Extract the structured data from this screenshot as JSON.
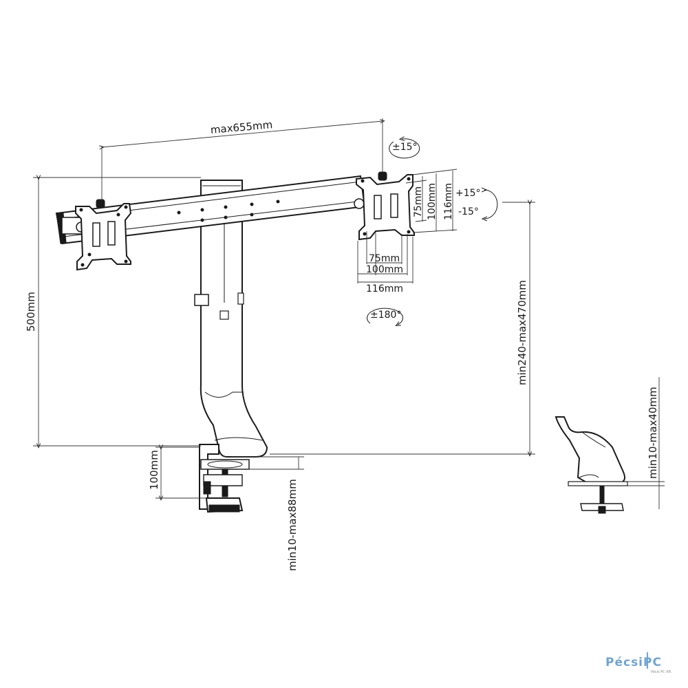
{
  "dimensions": {
    "arm_span": "max655mm",
    "height_total": "500mm",
    "pole_adjust": "min240-max470mm",
    "clamp_height": "100mm",
    "clamp_thickness": "min10-max88mm",
    "grommet_thickness": "min10-max40mm",
    "vesa_75_h": "75mm",
    "vesa_100_h": "100mm",
    "vesa_116_h": "116mm",
    "vesa_75_v": "75mm",
    "vesa_100_v": "100mm",
    "vesa_116_v": "116mm"
  },
  "rotations": {
    "swivel": "±15°",
    "tilt_up": "+15°",
    "tilt_down": "-15°",
    "rotate": "±180°"
  },
  "logo": {
    "name": "PécsiPC",
    "tagline": "Pécsi PC Kft."
  }
}
